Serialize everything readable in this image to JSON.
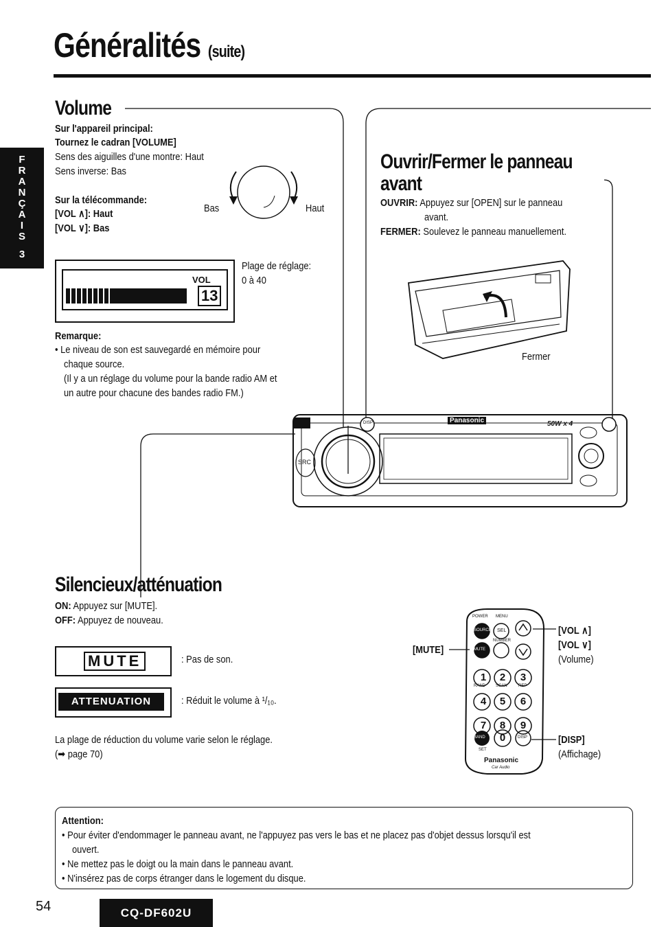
{
  "header": {
    "title": "Généralités",
    "suffix": "(suite)"
  },
  "sidebar": {
    "letters": [
      "F",
      "R",
      "A",
      "N",
      "Ç",
      "A",
      "I",
      "S"
    ],
    "page_index": "3"
  },
  "volume": {
    "title": "Volume",
    "main_unit_label": "Sur l'appareil principal:",
    "main_unit_action": "Tournez le cadran [VOLUME]",
    "clockwise": "Sens des aiguilles d'une montre: Haut",
    "inverse": "Sens inverse: Bas",
    "remote_label": "Sur la télécommande:",
    "remote_up": "[VOL ∧]: Haut",
    "remote_down": "[VOL ∨]: Bas",
    "dial_low": "Bas",
    "dial_high": "Haut",
    "range_label": "Plage de réglage:",
    "range_value": "0 à 40",
    "display_tag": "VOL",
    "display_value": "13",
    "remark_title": "Remarque:",
    "remark_1": "• Le niveau de son est sauvegardé en mémoire pour",
    "remark_2": "chaque source.",
    "remark_3": "(Il y a un réglage du volume pour la bande radio AM et",
    "remark_4": "un autre pour chacune des bandes radio FM.)"
  },
  "panel": {
    "title_1": "Ouvrir/Fermer le panneau",
    "title_2": "avant",
    "open_label": "OUVRIR:",
    "open_text": "Appuyez sur [OPEN] sur le panneau",
    "open_text_2": "avant.",
    "close_label": "FERMER:",
    "close_text": "Soulevez le panneau manuellement.",
    "close_caption": "Fermer"
  },
  "device": {
    "brand": "Panasonic",
    "power": "50W x 4",
    "src": "SRC",
    "disp": "DISP"
  },
  "mute": {
    "title": "Silencieux/atténuation",
    "on_label": "ON:",
    "on_text": "Appuyez sur [MUTE].",
    "off_label": "OFF:",
    "off_text": "Appuyez de nouveau.",
    "lcd_mute": "MUTE",
    "lcd_mute_desc": ": Pas de son.",
    "lcd_att": "ATTENUATION",
    "lcd_att_desc": ": Réduit le volume à ¹/₁₀.",
    "range_note": "La plage de réduction du volume varie selon le réglage.",
    "page_ref": "(➡ page 70)"
  },
  "remote": {
    "mute_label": "[MUTE]",
    "vol_up": "[VOL ∧]",
    "vol_down": "[VOL ∨]",
    "vol_caption": "(Volume)",
    "disp_label": "[DISP]",
    "disp_caption": "(Affichage)",
    "brand": "Panasonic",
    "sub": "Car Audio",
    "keys": [
      "1",
      "2",
      "3",
      "4",
      "5",
      "6",
      "7",
      "8",
      "9",
      "0"
    ],
    "top_labels": [
      "POWER",
      "MENU"
    ],
    "row_labels": [
      "RAND",
      "SCAN",
      "REP"
    ],
    "small_buttons": [
      "SOURCE",
      "SEL",
      "MUTE",
      "BAND",
      "DISP",
      "SET",
      "NUMBER"
    ]
  },
  "attention": {
    "title": "Attention:",
    "items": [
      "Pour éviter d'endommager le panneau avant, ne l'appuyez pas vers le bas et ne placez pas d'objet dessus lorsqu'il est",
      "ouvert.",
      "Ne mettez pas le doigt ou la main dans le panneau avant.",
      "N'insérez pas de corps étranger dans le logement du disque."
    ]
  },
  "footer": {
    "page_number": "54",
    "model": "CQ-DF602U"
  }
}
